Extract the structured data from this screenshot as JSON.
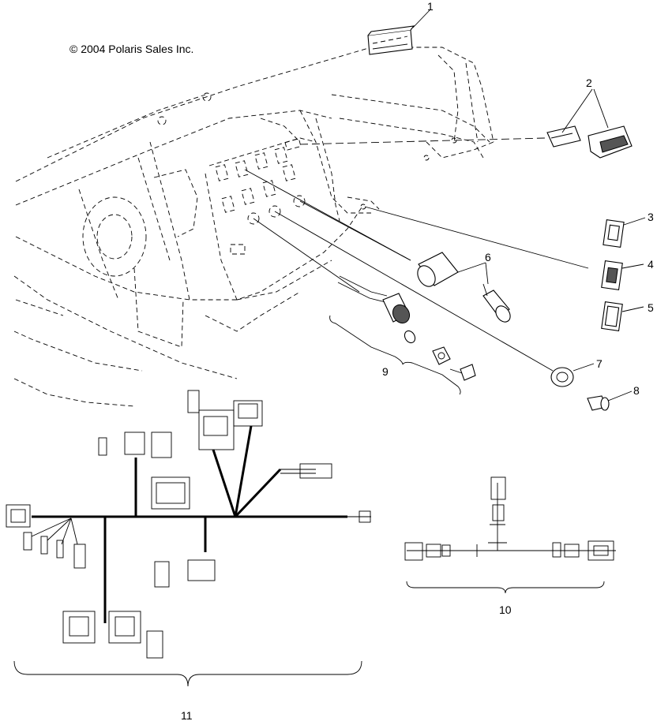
{
  "copyright": "© 2004 Polaris Sales Inc.",
  "callouts": [
    {
      "id": "1",
      "label": "1"
    },
    {
      "id": "2",
      "label": "2"
    },
    {
      "id": "3",
      "label": "3"
    },
    {
      "id": "4",
      "label": "4"
    },
    {
      "id": "5",
      "label": "5"
    },
    {
      "id": "6",
      "label": "6"
    },
    {
      "id": "7",
      "label": "7"
    },
    {
      "id": "8",
      "label": "8"
    },
    {
      "id": "9",
      "label": "9"
    },
    {
      "id": "10",
      "label": "10"
    },
    {
      "id": "11",
      "label": "11"
    }
  ]
}
